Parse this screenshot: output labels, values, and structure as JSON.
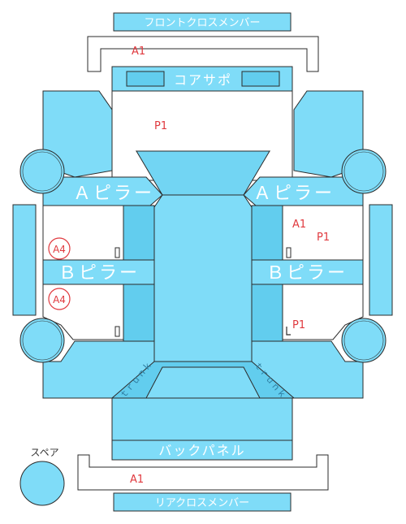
{
  "labels": {
    "front_cross_member": "フロントクロスメンバー",
    "core_support": "コアサポ",
    "a_pillar_left": "Ａピラー",
    "a_pillar_right": "Ａピラー",
    "b_pillar_left": "Ｂピラー",
    "b_pillar_right": "Ｂピラー",
    "back_panel": "バックパネル",
    "rear_cross_member": "リアクロスメンバー",
    "spare": "スペア",
    "trunk_left": "ｔｒｕｎｋ",
    "trunk_right": "ｔｒｕｎｋ"
  },
  "marks": {
    "front_cross_member": "A1",
    "core_support_area": "P1",
    "right_front_a": "A1",
    "right_front_p": "P1",
    "left_front_door": "A4",
    "left_rear_door": "A4",
    "right_rear_door": "P1",
    "rear_cross_member": "A1"
  },
  "colors": {
    "panel": "#7fdcf8",
    "panel_dark": "#62cdee",
    "outline": "#2b2b2b",
    "mark": "#e0393e"
  }
}
